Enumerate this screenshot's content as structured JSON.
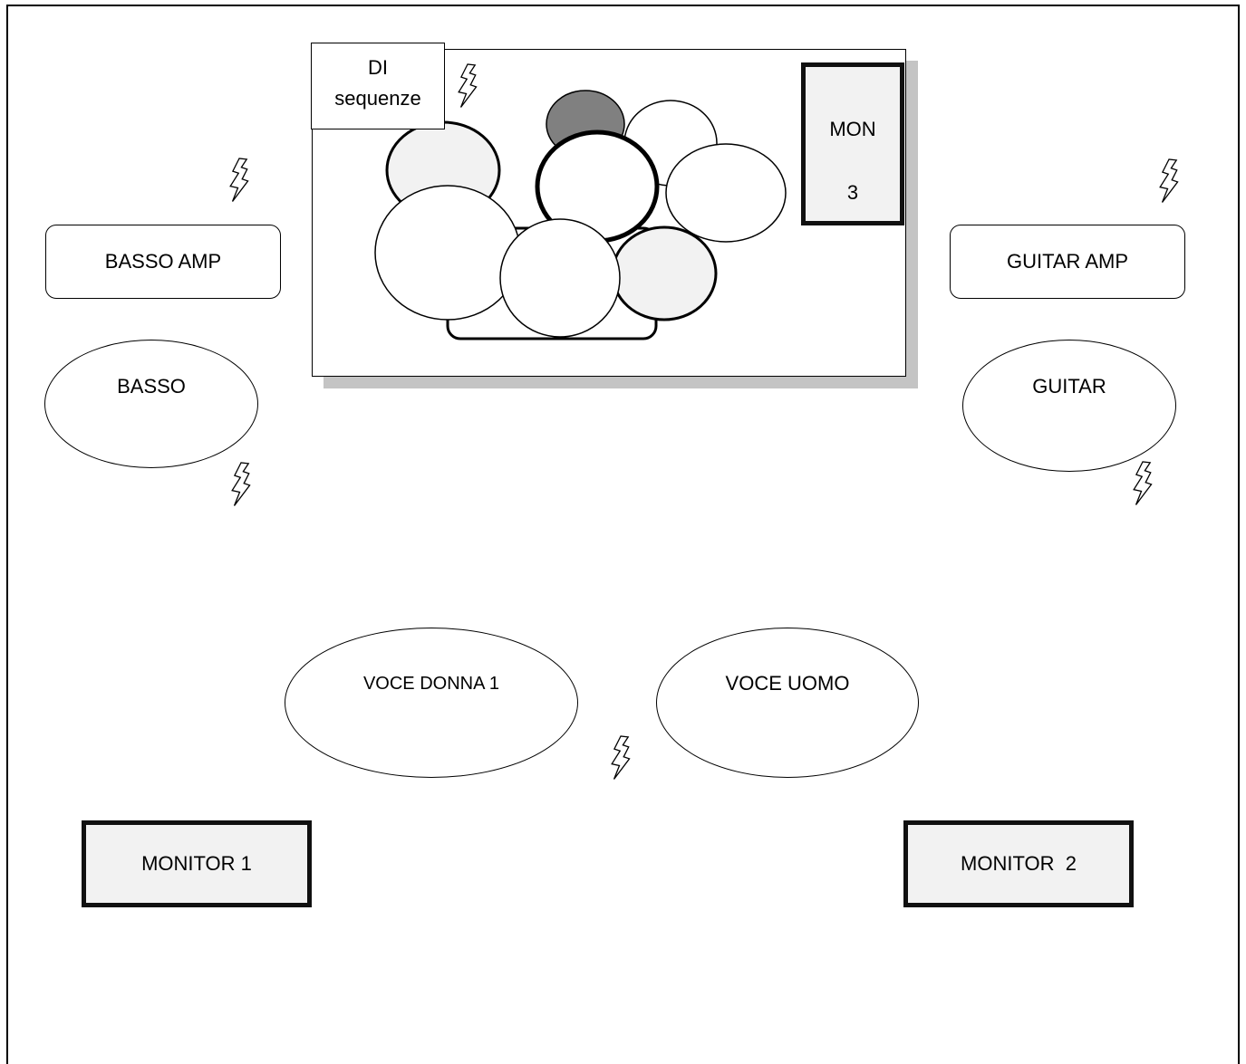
{
  "di_label_line1": "DI",
  "di_label_line2": "sequenze",
  "mon3_line1": "MON",
  "mon3_line2": "3",
  "basso_amp": "BASSO AMP",
  "guitar_amp": "GUITAR AMP",
  "basso": "BASSO",
  "guitar": "GUITAR",
  "voce_donna": "VOCE DONNA 1",
  "voce_uomo": "VOCE UOMO",
  "monitor_1": "MONITOR 1",
  "monitor_2": "MONITOR  2",
  "icons": [
    "lightning-bolt-icon"
  ],
  "colors": {
    "kit_shade_light": "#f2f2f2",
    "kit_shade_dark": "#808080",
    "riser_shadow": "#c4c4c4"
  }
}
